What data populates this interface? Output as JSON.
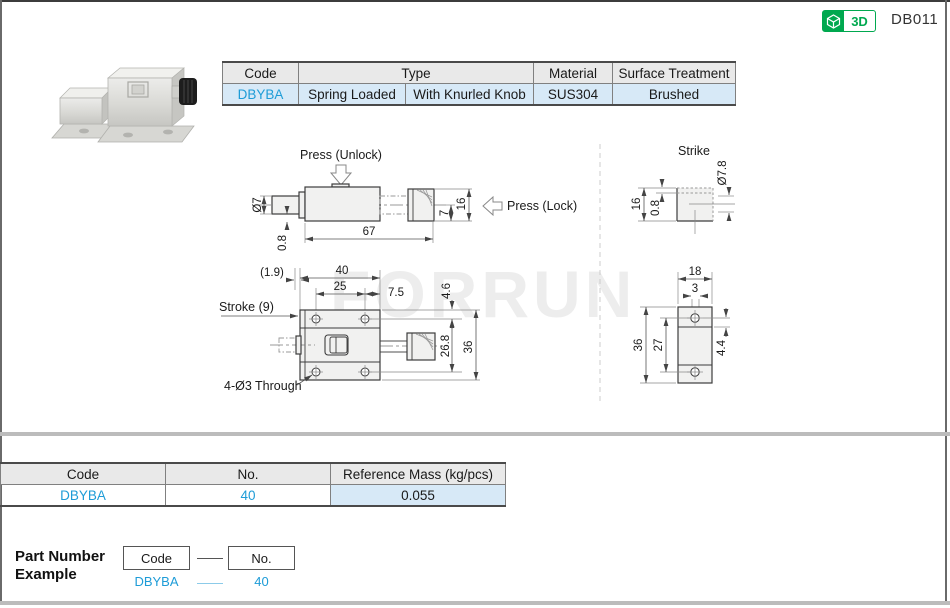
{
  "header": {
    "badge_3d": "3D",
    "part_code": "DB011"
  },
  "spec_table": {
    "headers": {
      "code": "Code",
      "type": "Type",
      "material": "Material",
      "surface": "Surface Treatment"
    },
    "row": {
      "code": "DBYBA",
      "type1": "Spring Loaded",
      "type2": "With Knurled Knob",
      "material": "SUS304",
      "surface": "Brushed"
    }
  },
  "drawing": {
    "watermark": "FORRUN",
    "labels": {
      "press_unlock": "Press (Unlock)",
      "press_lock": "Press (Lock)",
      "strike": "Strike",
      "stroke": "Stroke (9)",
      "through": "4-Ø3 Through"
    },
    "dims": {
      "side": {
        "d7": "Ø7",
        "t08": "0.8",
        "len67": "67",
        "h7": "7",
        "h16": "16"
      },
      "strike_side": {
        "h16": "16",
        "t08": "0.8",
        "d78": "Ø7.8"
      },
      "front": {
        "off19": "(1.9)",
        "w40": "40",
        "w25": "25",
        "w75": "7.5",
        "h46": "4.6",
        "h268": "26.8",
        "h36": "36"
      },
      "strike_front": {
        "w18": "18",
        "w3": "3",
        "h36": "36",
        "h27": "27",
        "h44": "4.4"
      }
    }
  },
  "mass_table": {
    "headers": {
      "code": "Code",
      "no": "No.",
      "mass": "Reference Mass (kg/pcs)"
    },
    "row": {
      "code": "DBYBA",
      "no": "40",
      "mass": "0.055"
    }
  },
  "part_number_example": {
    "title_line1": "Part Number",
    "title_line2": "Example",
    "code_box": "Code",
    "no_box": "No.",
    "code_value": "DBYBA",
    "no_value": "40"
  },
  "colors": {
    "accent_blue": "#1e9cd7",
    "brand_green": "#00a84f",
    "row_highlight": "#d7e9f7",
    "section_bar": "#bcbcbc"
  }
}
